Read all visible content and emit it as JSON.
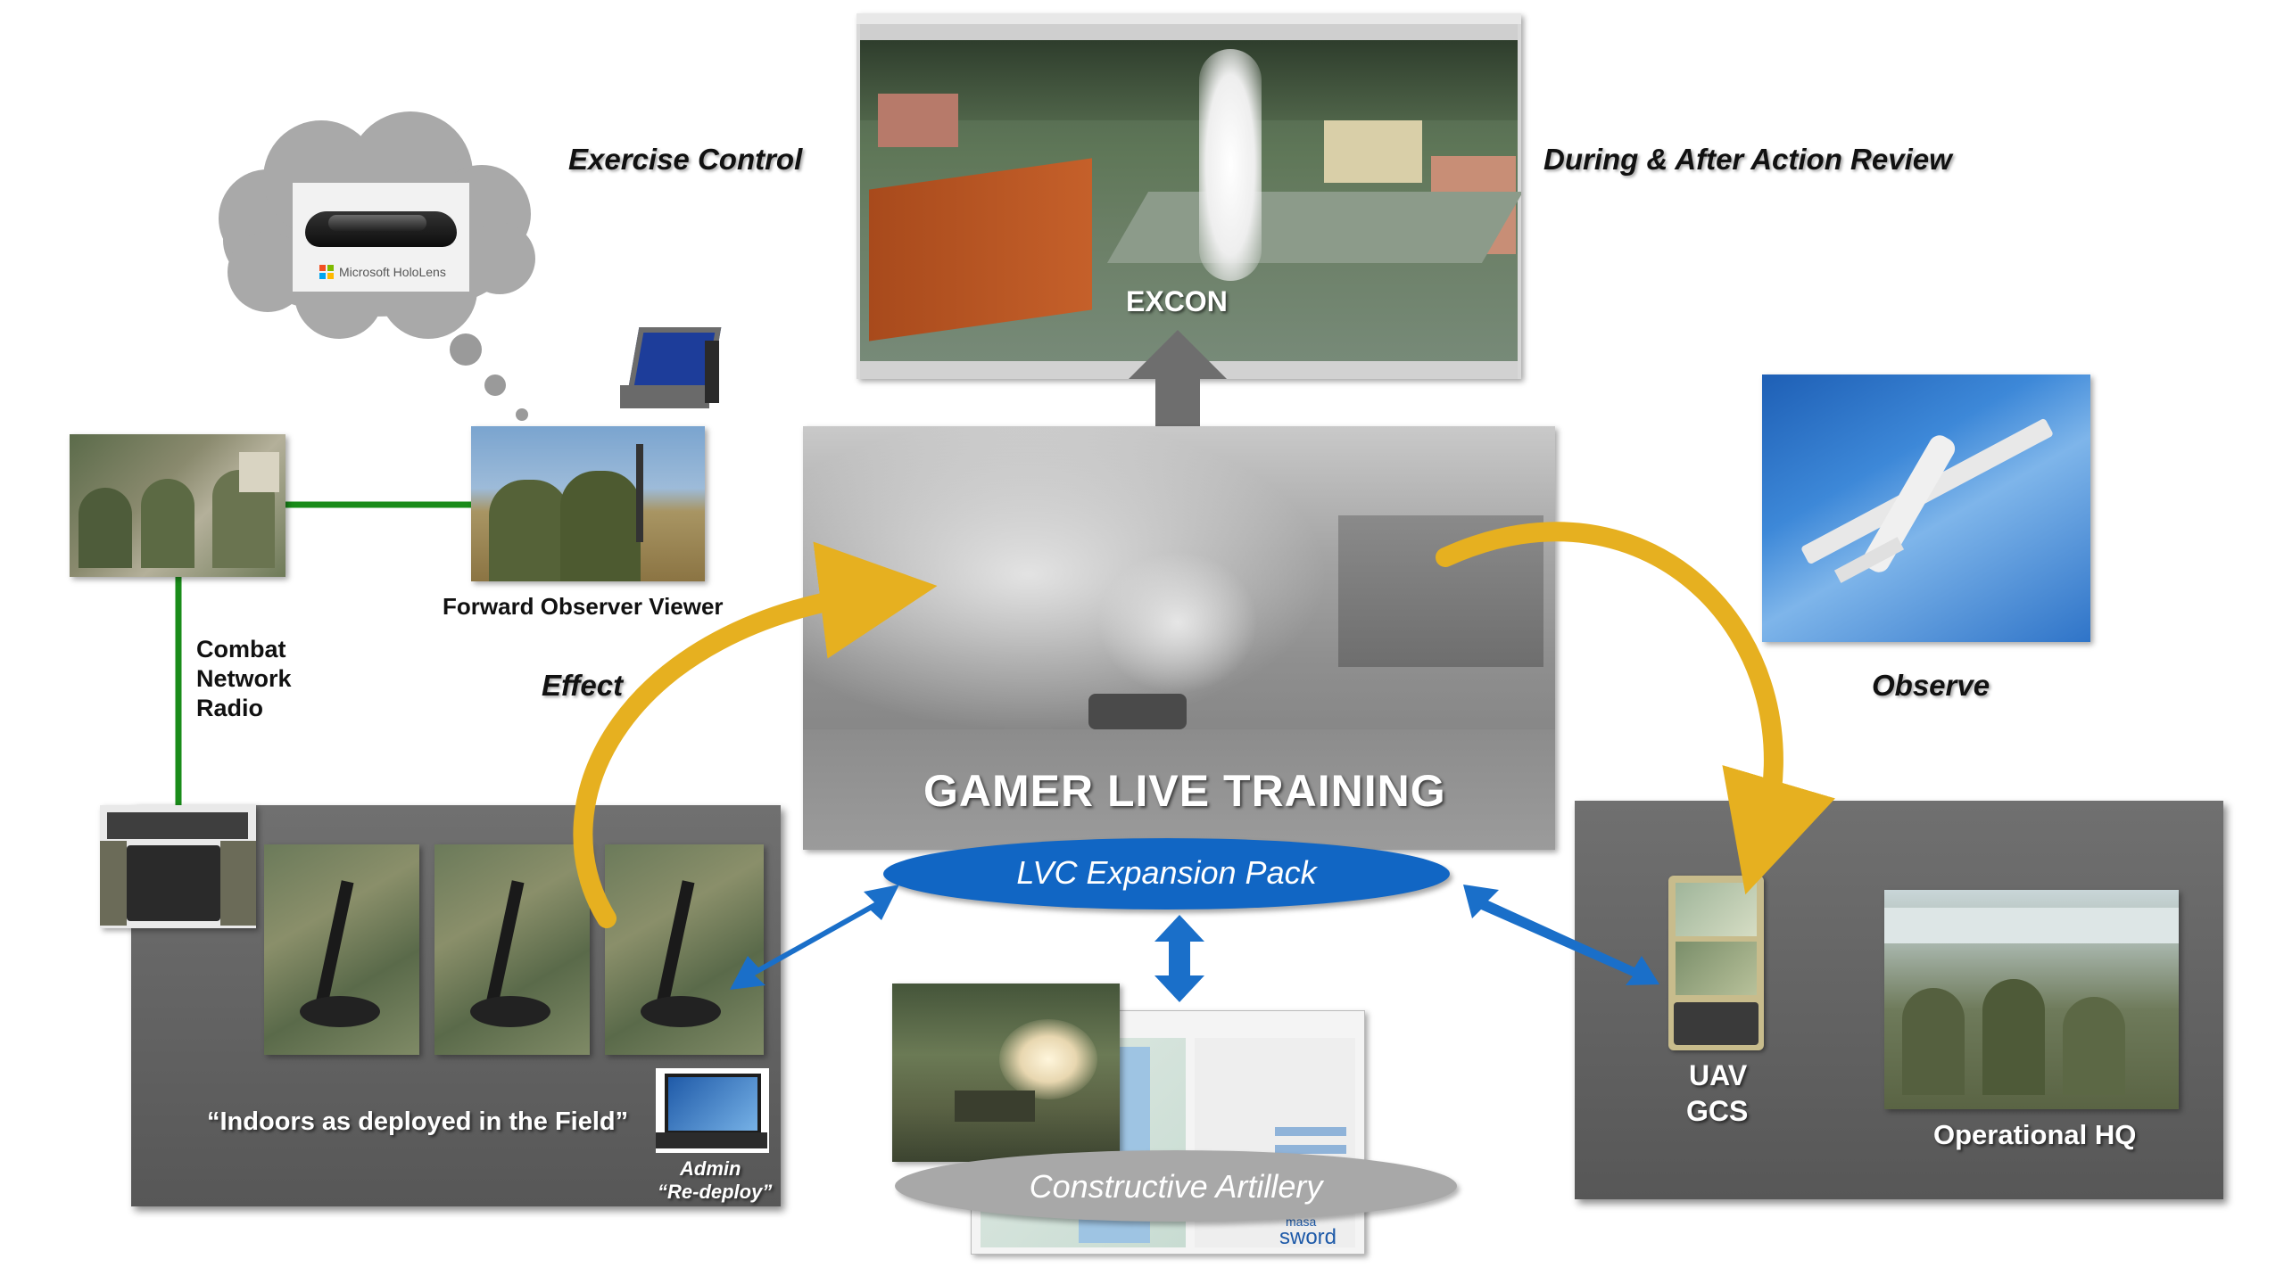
{
  "labels": {
    "exercise_control": "Exercise Control",
    "review": "During & After Action Review",
    "excon": "EXCON",
    "forward_observer": "Forward Observer Viewer",
    "combat_radio": [
      "Combat",
      "Network",
      "Radio"
    ],
    "effect": "Effect",
    "observe": "Observe",
    "gamer_live": "GAMER LIVE TRAINING",
    "lvc": "LVC Expansion Pack",
    "indoors": "“Indoors as deployed in the Field”",
    "admin": "Admin",
    "redeploy": "“Re-deploy”",
    "uav": "UAV",
    "gcs": "GCS",
    "operational_hq": "Operational HQ",
    "constructive_artillery": "Constructive Artillery",
    "hololens": "Microsoft HoloLens",
    "masa": "masa",
    "sword": "sword"
  },
  "colors": {
    "panel": "#606060",
    "lvc_ellipse": "#1166c4",
    "artillery_ellipse": "#a8a8a8",
    "arrow_blue": "#1a6fc9",
    "arrow_gold": "#e6b020",
    "arrow_gray": "#6e6e6e",
    "link_green": "#1a8c1a"
  },
  "icons": {
    "excon_arrow": "double-arrow-vertical",
    "cloud": "thought-cloud"
  }
}
